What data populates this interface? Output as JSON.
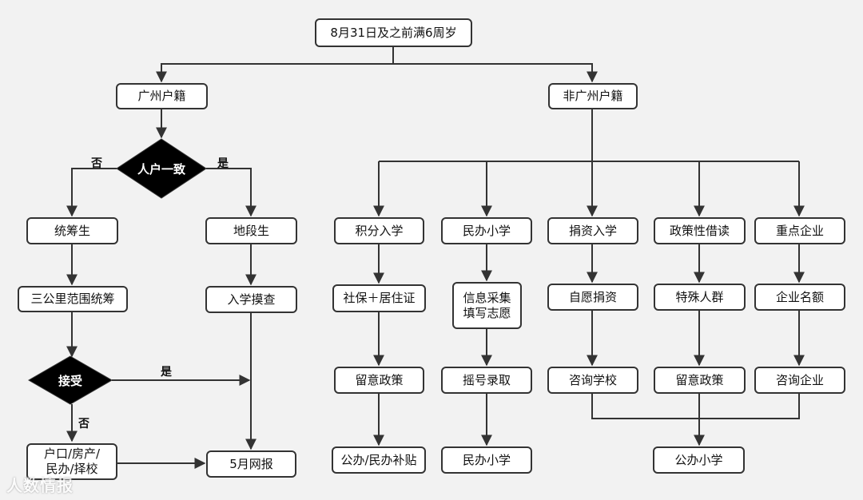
{
  "colors": {
    "line": "#333333",
    "box_fill": "#ffffff",
    "diamond_fill": "#000000",
    "background": "#f2f2f2"
  },
  "nodes": {
    "root": "8月31日及之前满6周岁",
    "guangzhou": "广州户籍",
    "non_guangzhou": "非广州户籍",
    "decision_hukou": "人户一致",
    "tongchou": "统筹生",
    "diduan": "地段生",
    "sangongli": "三公里范围统筹",
    "ruxue_mocha": "入学摸查",
    "decision_accept": "接受",
    "hukou_options": [
      "户口/房产/",
      "民办/择校"
    ],
    "may_online": "5月网报",
    "jifen": "积分入学",
    "minban": "民办小学",
    "juanzi": "捐资入学",
    "zhengce": "政策性借读",
    "zhongdian": "重点企业",
    "shebao": "社保＋居住证",
    "xinxi": [
      "信息采集",
      "填写志愿"
    ],
    "ziyuan": "自愿捐资",
    "teshu": "特殊人群",
    "qiye_mine": "企业名额",
    "liuyi_1": "留意政策",
    "yaohao": "摇号录取",
    "zixun_xuexiao": "咨询学校",
    "liuyi_2": "留意政策",
    "zixun_qiye": "咨询企业",
    "butie": "公办/民办补贴",
    "minban_result": "民办小学",
    "gongban_result": "公办小学"
  },
  "edge_labels": {
    "no_1": "否",
    "yes_1": "是",
    "yes_2": "是",
    "no_2": "否"
  },
  "watermark": "人数情报"
}
